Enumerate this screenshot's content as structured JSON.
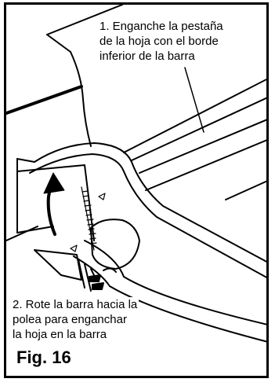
{
  "callouts": {
    "step1": {
      "line1": "1. Enganche la pestaña",
      "line2": "de la hoja con el borde",
      "line3": "inferior de la barra"
    },
    "step2": {
      "line1": "2. Rote la barra hacia la",
      "line2": "polea para enganchar",
      "line3": "la hoja en la barra"
    }
  },
  "figure_label": "Fig. 16",
  "colors": {
    "line": "#000000",
    "background": "#ffffff"
  }
}
